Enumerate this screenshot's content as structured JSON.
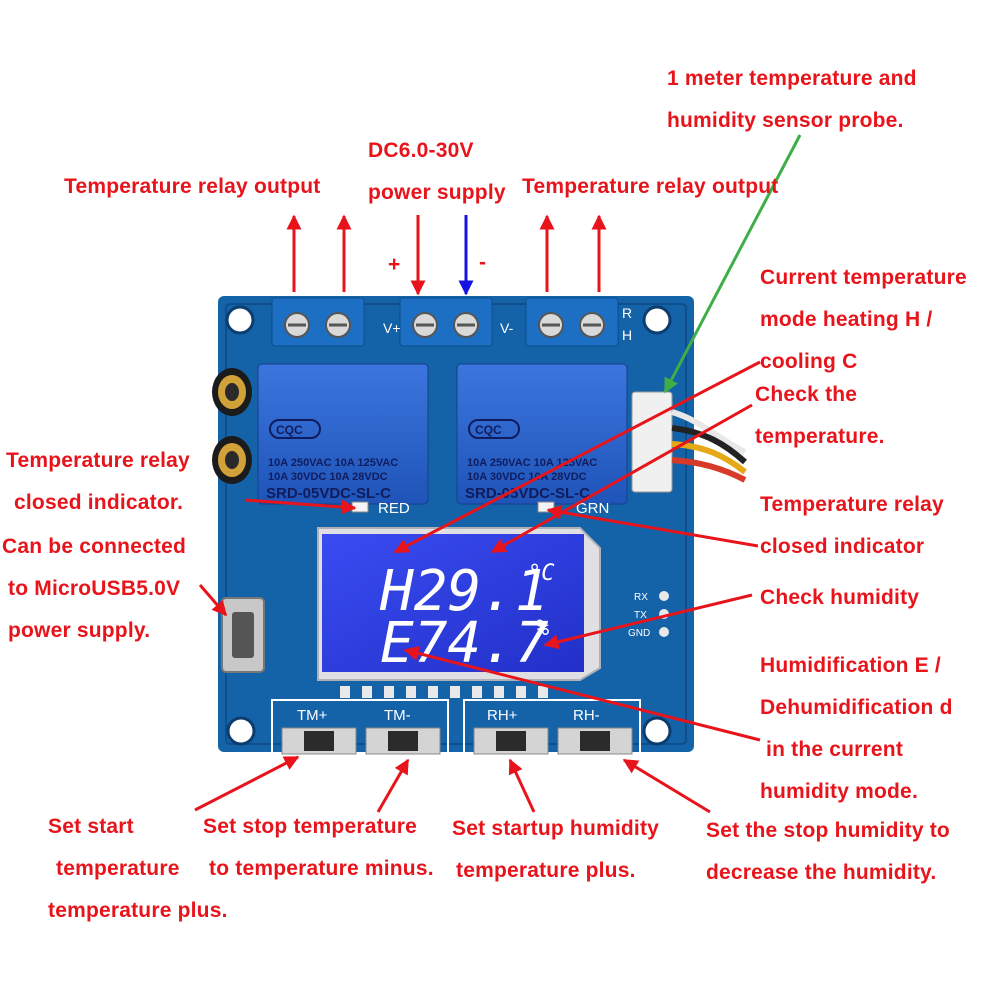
{
  "labels": {
    "probe": [
      "1 meter temperature and",
      "humidity sensor probe."
    ],
    "power": [
      "DC6.0-30V",
      "power supply"
    ],
    "relay_out_left": "Temperature relay output",
    "relay_out_right": "Temperature relay output",
    "plus": "+",
    "minus": "-",
    "temp_mode": [
      "Current temperature",
      "mode heating H /",
      "cooling C"
    ],
    "check_temp": [
      "Check the",
      "temperature."
    ],
    "relay_ind_left": [
      "Temperature relay",
      "closed indicator."
    ],
    "relay_ind_right": [
      "Temperature relay",
      "closed indicator"
    ],
    "microusb": [
      "Can be connected",
      "to MicroUSB5.0V",
      "power supply."
    ],
    "check_humidity": "Check humidity",
    "humid_mode": [
      "Humidification E /",
      "Dehumidification d",
      " in the current",
      "humidity mode."
    ],
    "set_start": [
      "Set start",
      "temperature",
      "temperature plus."
    ],
    "set_stop": [
      "Set stop temperature",
      "to temperature minus."
    ],
    "set_startup_h": [
      "Set startup humidity",
      "temperature plus."
    ],
    "set_stop_h": [
      "Set the stop humidity to",
      "decrease the humidity."
    ]
  },
  "board": {
    "buttons": [
      "TM+",
      "TM-",
      "RH+",
      "RH-"
    ],
    "lcd_line1": "H29.1",
    "lcd_line1_unit": "°C",
    "lcd_line2": "E74.7",
    "lcd_line2_unit": "%",
    "relay_brand": "SRD-05VDC-SL-C",
    "relay_rating1": "10A 250VAC  10A 125VAC",
    "relay_rating2": "10A  30VDC  10A  28VDC",
    "relay_cqc": "CQC",
    "silk_red": "RED",
    "silk_grn": "GRN",
    "silk_v_plus": "V+",
    "silk_v_minus": "V-",
    "silk_rh": "R\nH",
    "silk_rx": "RX",
    "silk_tx": "TX",
    "silk_gnd": "GND"
  },
  "colors": {
    "label": "#e8141b",
    "arrow_red": "#e8141b",
    "arrow_blue": "#1414e0",
    "arrow_green": "#3fae49",
    "pcb": "#1462a8",
    "terminal": "#1d6fc4",
    "relay": "#2a63c9",
    "lcd": "#2f3ce6"
  }
}
